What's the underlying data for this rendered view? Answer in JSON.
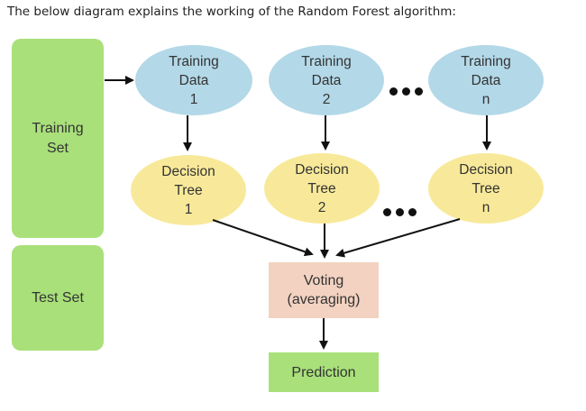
{
  "caption": "The below diagram explains the working of the Random Forest algorithm:",
  "training_set": {
    "label_line1": "Training",
    "label_line2": "Set"
  },
  "test_set": {
    "label": "Test Set"
  },
  "training_data": [
    {
      "line1": "Training",
      "line2": "Data",
      "line3": "1"
    },
    {
      "line1": "Training",
      "line2": "Data",
      "line3": "2"
    },
    {
      "line1": "Training",
      "line2": "Data",
      "line3": "n"
    }
  ],
  "decision_trees": [
    {
      "line1": "Decision",
      "line2": "Tree",
      "line3": "1"
    },
    {
      "line1": "Decision",
      "line2": "Tree",
      "line3": "2"
    },
    {
      "line1": "Decision",
      "line2": "Tree",
      "line3": "n"
    }
  ],
  "voting": {
    "line1": "Voting",
    "line2": "(averaging)"
  },
  "prediction": {
    "label": "Prediction"
  },
  "colors": {
    "panel_green": "#a9e07a",
    "data_blue": "#b3d8e8",
    "tree_yellow": "#f8e99a",
    "voting_peach": "#f3d2c1",
    "prediction_green": "#a9e07a"
  }
}
